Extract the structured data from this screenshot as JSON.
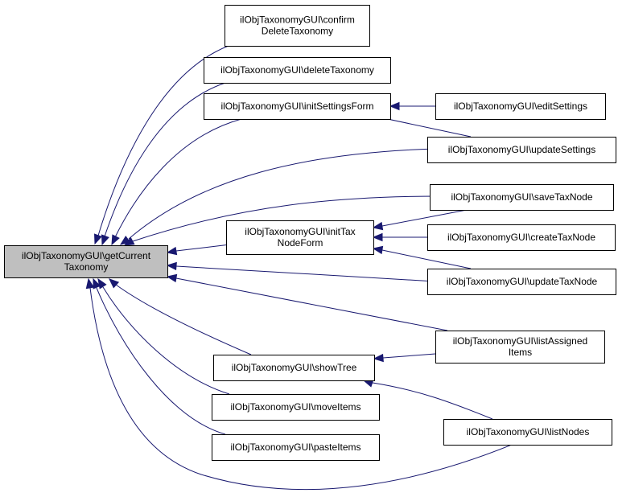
{
  "diagram": {
    "type": "caller-graph",
    "colors": {
      "edge": "#191970",
      "focus_fill": "#bfbfbf",
      "node_fill": "#ffffff",
      "border": "#000000"
    },
    "nodes": {
      "getCurrentTaxonomy": {
        "lines": [
          "ilObjTaxonomyGUI\\getCurrent",
          "Taxonomy"
        ],
        "focus": true
      },
      "confirmDeleteTaxonomy": {
        "lines": [
          "ilObjTaxonomyGUI\\confirm",
          "DeleteTaxonomy"
        ]
      },
      "deleteTaxonomy": {
        "lines": [
          "ilObjTaxonomyGUI\\deleteTaxonomy"
        ]
      },
      "initSettingsForm": {
        "lines": [
          "ilObjTaxonomyGUI\\initSettingsForm"
        ]
      },
      "editSettings": {
        "lines": [
          "ilObjTaxonomyGUI\\editSettings"
        ]
      },
      "updateSettings": {
        "lines": [
          "ilObjTaxonomyGUI\\updateSettings"
        ]
      },
      "saveTaxNode": {
        "lines": [
          "ilObjTaxonomyGUI\\saveTaxNode"
        ]
      },
      "initTaxNodeForm": {
        "lines": [
          "ilObjTaxonomyGUI\\initTax",
          "NodeForm"
        ]
      },
      "createTaxNode": {
        "lines": [
          "ilObjTaxonomyGUI\\createTaxNode"
        ]
      },
      "updateTaxNode": {
        "lines": [
          "ilObjTaxonomyGUI\\updateTaxNode"
        ]
      },
      "listAssignedItems": {
        "lines": [
          "ilObjTaxonomyGUI\\listAssigned",
          "Items"
        ]
      },
      "showTree": {
        "lines": [
          "ilObjTaxonomyGUI\\showTree"
        ]
      },
      "moveItems": {
        "lines": [
          "ilObjTaxonomyGUI\\moveItems"
        ]
      },
      "pasteItems": {
        "lines": [
          "ilObjTaxonomyGUI\\pasteItems"
        ]
      },
      "listNodes": {
        "lines": [
          "ilObjTaxonomyGUI\\listNodes"
        ]
      }
    },
    "edges": [
      {
        "from": "confirmDeleteTaxonomy",
        "to": "getCurrentTaxonomy"
      },
      {
        "from": "deleteTaxonomy",
        "to": "getCurrentTaxonomy"
      },
      {
        "from": "initSettingsForm",
        "to": "getCurrentTaxonomy"
      },
      {
        "from": "updateSettings",
        "to": "getCurrentTaxonomy"
      },
      {
        "from": "saveTaxNode",
        "to": "getCurrentTaxonomy"
      },
      {
        "from": "initTaxNodeForm",
        "to": "getCurrentTaxonomy"
      },
      {
        "from": "updateTaxNode",
        "to": "getCurrentTaxonomy"
      },
      {
        "from": "listAssignedItems",
        "to": "getCurrentTaxonomy"
      },
      {
        "from": "showTree",
        "to": "getCurrentTaxonomy"
      },
      {
        "from": "moveItems",
        "to": "getCurrentTaxonomy"
      },
      {
        "from": "pasteItems",
        "to": "getCurrentTaxonomy"
      },
      {
        "from": "listNodes",
        "to": "getCurrentTaxonomy"
      },
      {
        "from": "editSettings",
        "to": "initSettingsForm"
      },
      {
        "from": "updateSettings",
        "to": "initSettingsForm"
      },
      {
        "from": "saveTaxNode",
        "to": "initTaxNodeForm"
      },
      {
        "from": "createTaxNode",
        "to": "initTaxNodeForm"
      },
      {
        "from": "updateTaxNode",
        "to": "initTaxNodeForm"
      },
      {
        "from": "listAssignedItems",
        "to": "showTree"
      },
      {
        "from": "listNodes",
        "to": "showTree"
      }
    ]
  }
}
